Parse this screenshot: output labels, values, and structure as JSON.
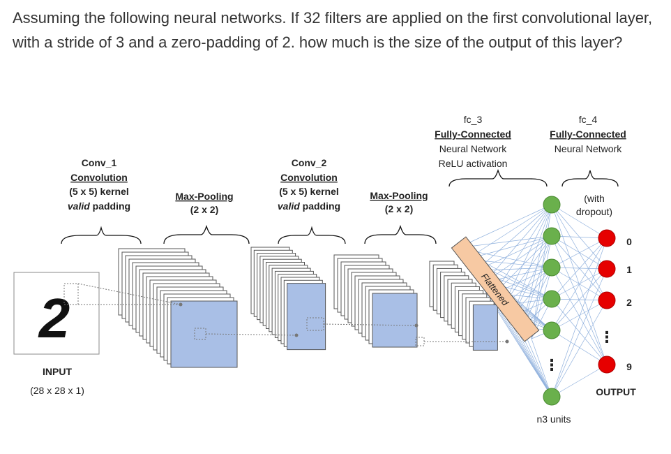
{
  "question": "Assuming the following neural networks. If 32 filters are applied on the first convolutional layer, with a stride of 3 and a zero-padding of 2. how much is the size of the output of this layer?",
  "diagram": {
    "input": {
      "title": "INPUT",
      "dims": "(28 x 28 x 1)",
      "digit": "2"
    },
    "conv1": {
      "name": "Conv_1",
      "type": "Convolution",
      "kernel": "(5 x 5) kernel",
      "padding_word": "valid",
      "padding_rest": " padding"
    },
    "pool1": {
      "name": "Max-Pooling",
      "size": "(2 x 2)"
    },
    "conv2": {
      "name": "Conv_2",
      "type": "Convolution",
      "kernel": "(5 x 5) kernel",
      "padding_word": "valid",
      "padding_rest": " padding"
    },
    "pool2": {
      "name": "Max-Pooling",
      "size": "(2 x 2)"
    },
    "flattened": "Flattened",
    "fc3": {
      "name": "fc_3",
      "type": "Fully-Connected",
      "line1": "Neural Network",
      "line2": "ReLU activation"
    },
    "fc4": {
      "name": "fc_4",
      "type": "Fully-Connected",
      "line1": "Neural Network"
    },
    "dropout": {
      "line1": "(with",
      "line2": "dropout)"
    },
    "hidden_units": "n3 units",
    "outputs": [
      "0",
      "1",
      "2",
      "9"
    ],
    "output_ellipsis": "⋮",
    "hidden_ellipsis": "⋮",
    "output_label": "OUTPUT",
    "colors": {
      "hidden_node": "#6ab04c",
      "output_node": "#e60000",
      "feature_map": "#a9bfe6",
      "flatten_bar": "#f7c9a3",
      "connection": "#8fb0dd"
    }
  }
}
